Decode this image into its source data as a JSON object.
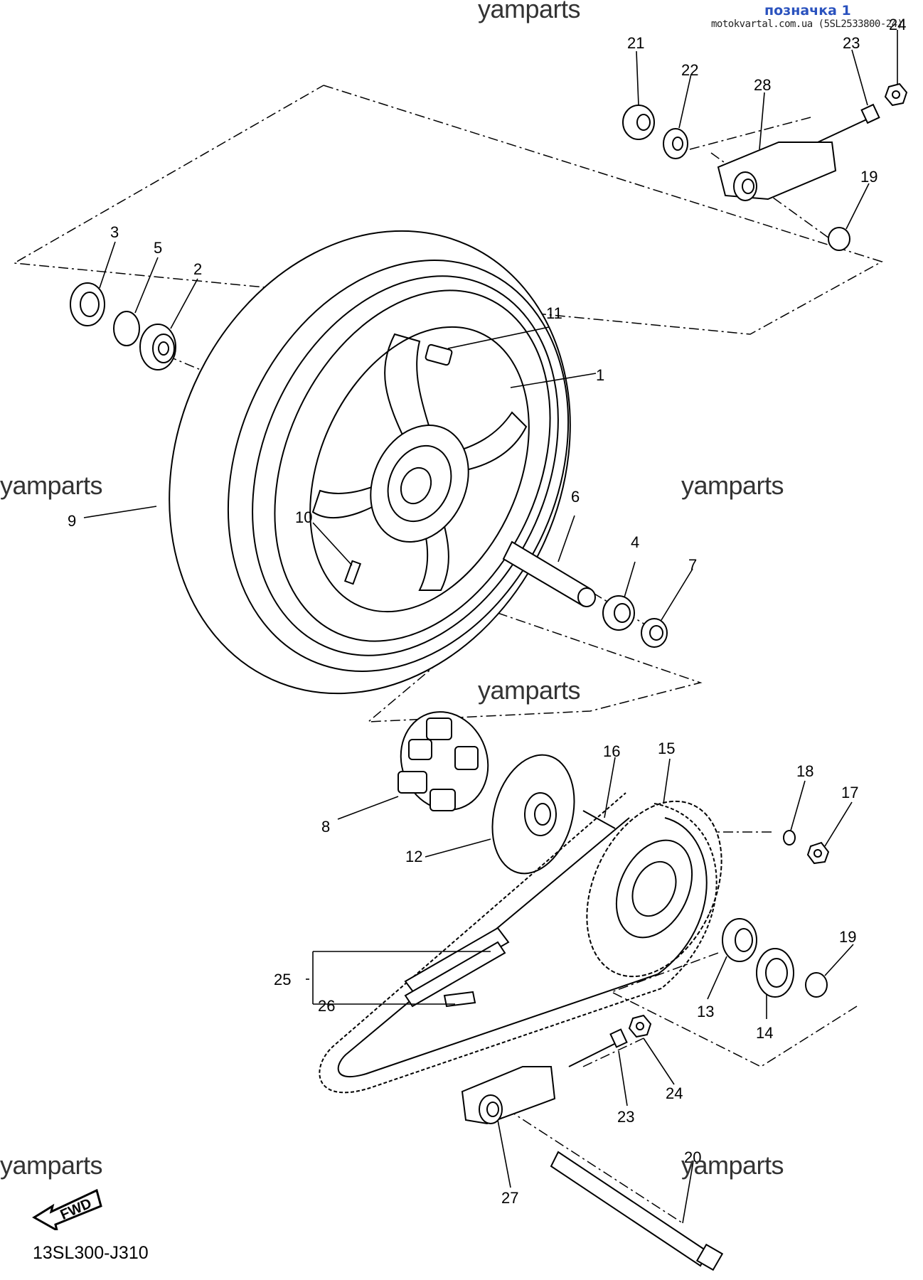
{
  "header": {
    "watermark_top": "yamparts",
    "link_label": "позначка 1",
    "site_text": "motokvartal.com.ua (5SL2533800-24)"
  },
  "watermarks": [
    "yamparts",
    "yamparts",
    "yamparts",
    "yamparts",
    "yamparts",
    "yamparts"
  ],
  "diagram_code": "13SL300-J310",
  "fwd_label": "FWD",
  "callouts": [
    "1",
    "2",
    "3",
    "4",
    "5",
    "6",
    "7",
    "8",
    "9",
    "10",
    "11",
    "12",
    "13",
    "14",
    "15",
    "16",
    "17",
    "18",
    "19",
    "19",
    "20",
    "21",
    "22",
    "23",
    "23",
    "24",
    "24",
    "25",
    "26",
    "27",
    "28"
  ],
  "colors": {
    "line": "#000000",
    "link": "#2a52be",
    "watermark": "#333333"
  }
}
